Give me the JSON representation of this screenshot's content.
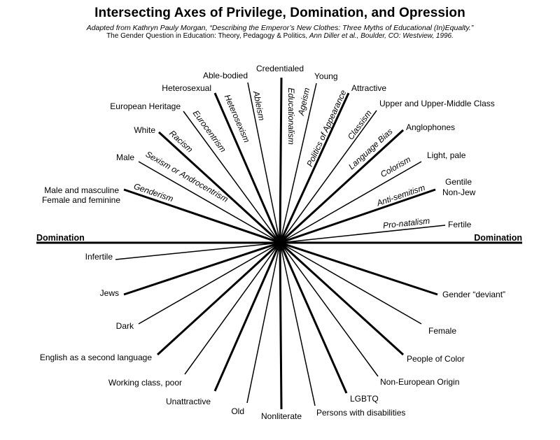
{
  "header": {
    "title": "Intersecting Axes of Privilege, Domination, and Opression",
    "subtitle_line1": "Adapted from Kathryn Pauly Morgan, “Describing the Emperor’s New Clothes: Three Myths of Educational (In)Equalty.”",
    "subtitle_line2_pre": "The Gender Question in Education: Theory, Pedagogy & Politics, ",
    "subtitle_line2_italic": "Ann Diller et al., Boulder, CO: Westview, 1996."
  },
  "domination_left": "Domination",
  "domination_right": "Domination",
  "top_labels": [
    "Male and masculine",
    "Female and feminine",
    "Male",
    "White",
    "European Heritage",
    "Heterosexual",
    "Able-bodied",
    "Credentialed",
    "Young",
    "Attractive",
    "Upper and Upper-Middle Class",
    "Anglophones",
    "Light, pale",
    "Gentile",
    "Non-Jew",
    "Fertile"
  ],
  "axis_names": [
    "Genderism",
    "Sexism or Androcentrism",
    "Racism",
    "Eurocentrism",
    "Heterosexism",
    "Ableism",
    "Educationalism",
    "Ageism",
    "Politics of Appearance",
    "Classism",
    "Language Bias",
    "Colorism",
    "Anti-semitism",
    "Pro-natalism"
  ],
  "bottom_labels": [
    "Infertile",
    "Jews",
    "Dark",
    "English as a second language",
    "Working class, poor",
    "Unattractive",
    "Old",
    "Nonliterate",
    "Persons with disabilities",
    "LGBTQ",
    "Non-European Origin",
    "People of Color",
    "Female",
    "Gender “deviant”"
  ]
}
